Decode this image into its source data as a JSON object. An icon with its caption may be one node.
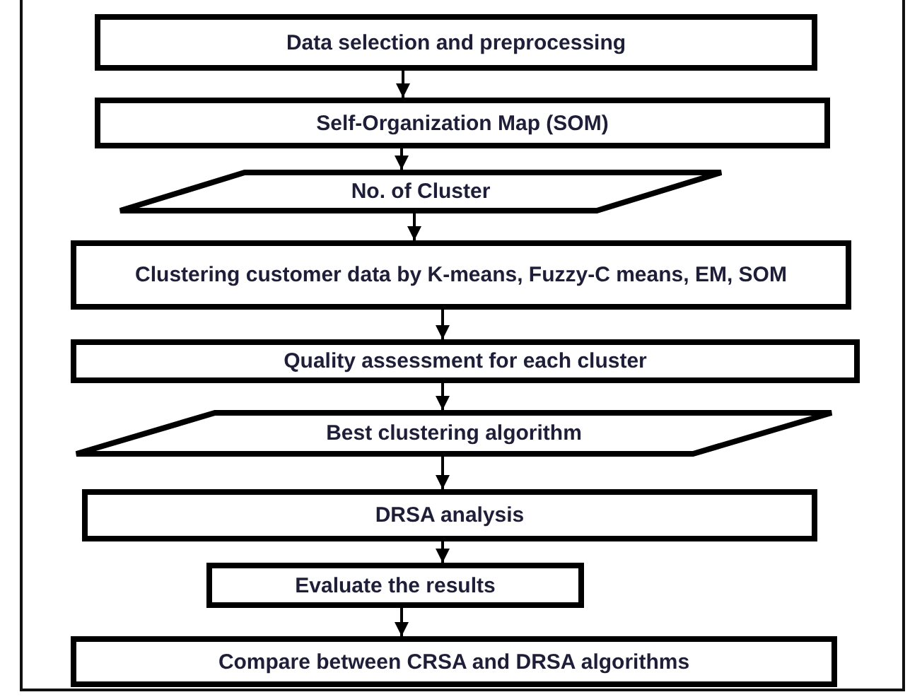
{
  "diagram": {
    "nodes": [
      {
        "text": [
          "Data selection and preprocessing"
        ]
      },
      {
        "text": [
          "Self-Organization Map (SOM)"
        ]
      },
      {
        "text": [
          "No. of Cluster"
        ]
      },
      {
        "text": [
          "Clustering customer data by K-means, Fuzzy-C means, EM, SOM"
        ]
      },
      {
        "text": [
          "Quality assessment for each cluster"
        ]
      },
      {
        "text": [
          "Best clustering algorithm"
        ]
      },
      {
        "text": [
          "DRSA analysis"
        ]
      },
      {
        "text": [
          "Evaluate the results"
        ]
      },
      {
        "text": [
          "Compare between CRSA and DRSA algorithms"
        ]
      }
    ],
    "edges": [
      {
        "from": 0,
        "to": 1,
        "arrow": "to"
      },
      {
        "from": 1,
        "to": 2,
        "arrow": "to"
      },
      {
        "from": 2,
        "to": 3,
        "arrow": "to"
      },
      {
        "from": 3,
        "to": 4,
        "arrow": "to"
      },
      {
        "from": 4,
        "to": 5,
        "arrow": "to"
      },
      {
        "from": 5,
        "to": 6,
        "arrow": "to"
      },
      {
        "from": 6,
        "to": 7,
        "arrow": "to"
      },
      {
        "from": 7,
        "to": 8,
        "arrow": "to"
      }
    ]
  }
}
